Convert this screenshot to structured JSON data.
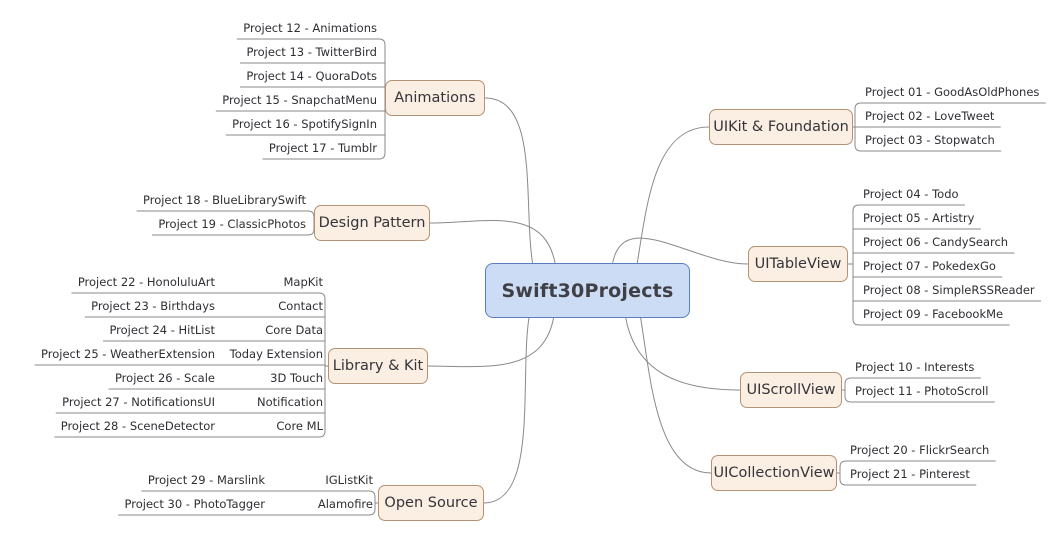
{
  "root": {
    "label": "Swift30Projects",
    "fill": "#ccdcf5",
    "border": "#5a7fbe"
  },
  "theme": {
    "category_fill": "#fbeee2",
    "category_border": "#b59274",
    "connector_color": "#8a8a8a",
    "leaf_text": "#2e2e33",
    "background": "#ffffff"
  },
  "branches": [
    {
      "id": "animations",
      "label": "Animations",
      "side": "left",
      "leaves": [
        {
          "title": "Project 12 - Animations"
        },
        {
          "title": "Project 13 - TwitterBird"
        },
        {
          "title": "Project 14 - QuoraDots"
        },
        {
          "title": "Project 15 - SnapchatMenu"
        },
        {
          "title": "Project 16 - SpotifySignIn"
        },
        {
          "title": "Project 17 - Tumblr"
        }
      ]
    },
    {
      "id": "design-pattern",
      "label": "Design Pattern",
      "side": "left",
      "leaves": [
        {
          "title": "Project 18 - BlueLibrarySwift"
        },
        {
          "title": "Project 19 - ClassicPhotos"
        }
      ]
    },
    {
      "id": "library-kit",
      "label": "Library & Kit",
      "side": "left",
      "leaves": [
        {
          "title": "Project 22 - HonoluluArt",
          "meta": "MapKit"
        },
        {
          "title": "Project 23 - Birthdays",
          "meta": "Contact"
        },
        {
          "title": "Project 24 - HitList",
          "meta": "Core Data"
        },
        {
          "title": "Project 25 - WeatherExtension",
          "meta": "Today Extension"
        },
        {
          "title": "Project 26 - Scale",
          "meta": "3D Touch"
        },
        {
          "title": "Project 27 - NotificationsUI",
          "meta": "Notification"
        },
        {
          "title": "Project 28 - SceneDetector",
          "meta": "Core ML"
        }
      ]
    },
    {
      "id": "open-source",
      "label": "Open Source",
      "side": "left",
      "leaves": [
        {
          "title": "Project 29 - Marslink",
          "meta": "IGListKit"
        },
        {
          "title": "Project 30 - PhotoTagger",
          "meta": "Alamofire"
        }
      ]
    },
    {
      "id": "uikit-foundation",
      "label": "UIKit & Foundation",
      "side": "right",
      "leaves": [
        {
          "title": "Project 01 - GoodAsOldPhones"
        },
        {
          "title": "Project 02 - LoveTweet"
        },
        {
          "title": "Project 03 - Stopwatch"
        }
      ]
    },
    {
      "id": "uitableview",
      "label": "UITableView",
      "side": "right",
      "leaves": [
        {
          "title": "Project 04 - Todo"
        },
        {
          "title": "Project 05 - Artistry"
        },
        {
          "title": "Project 06 - CandySearch"
        },
        {
          "title": "Project 07 - PokedexGo"
        },
        {
          "title": "Project 08 - SimpleRSSReader"
        },
        {
          "title": "Project 09 - FacebookMe"
        }
      ]
    },
    {
      "id": "uiscrollview",
      "label": "UIScrollView",
      "side": "right",
      "leaves": [
        {
          "title": "Project 10 - Interests"
        },
        {
          "title": "Project 11 - PhotoScroll"
        }
      ]
    },
    {
      "id": "uicollectionview",
      "label": "UICollectionView",
      "side": "right",
      "leaves": [
        {
          "title": "Project 20 - FlickrSearch"
        },
        {
          "title": "Project  21 - Pinterest"
        }
      ]
    }
  ]
}
